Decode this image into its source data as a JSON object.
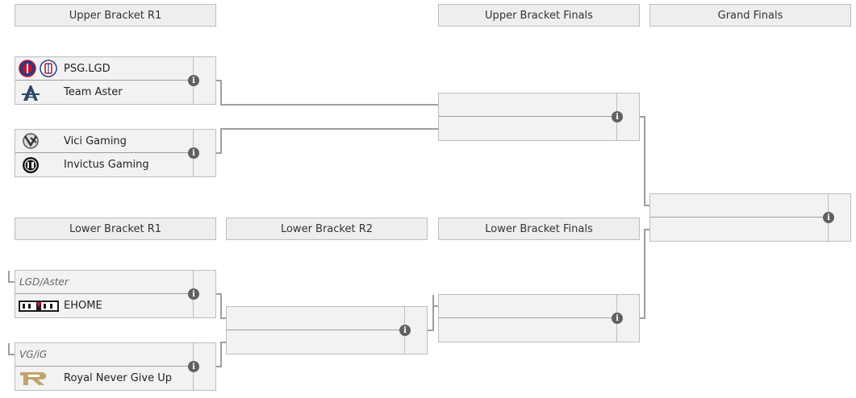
{
  "headers": {
    "ub_r1": "Upper Bracket R1",
    "ub_finals": "Upper Bracket Finals",
    "grand_finals": "Grand Finals",
    "lb_r1": "Lower Bracket R1",
    "lb_r2": "Lower Bracket R2",
    "lb_finals": "Lower Bracket Finals"
  },
  "ub_r1": {
    "match1": {
      "team1": "PSG.LGD",
      "team2": "Team Aster"
    },
    "match2": {
      "team1": "Vici Gaming",
      "team2": "Invictus Gaming"
    }
  },
  "lb_r1": {
    "match1": {
      "placeholder": "LGD/Aster",
      "team2": "EHOME"
    },
    "match2": {
      "placeholder": "VG/iG",
      "team2": "Royal Never Give Up"
    }
  },
  "info_glyph": "i",
  "icons": [
    "psg-logo-icon",
    "lgd-logo-icon",
    "team-aster-logo-icon",
    "vici-gaming-logo-icon",
    "invictus-gaming-logo-icon",
    "ehome-logo-icon",
    "rng-logo-icon",
    "info-icon"
  ],
  "colors": {
    "header_bg": "#eeeeee",
    "border": "#bdbdbd",
    "connector": "#9e9e9e",
    "info_icon": "#616161",
    "rng_gold": "#c2a36b"
  }
}
